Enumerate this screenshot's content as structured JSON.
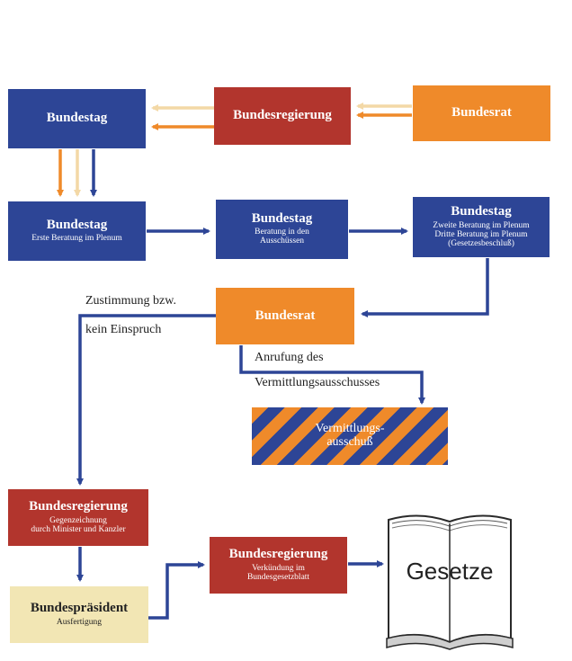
{
  "boxes": {
    "bundestag_top": {
      "title": "Bundestag"
    },
    "bundesregierung_top": {
      "title": "Bundesregierung"
    },
    "bundesrat_top": {
      "title": "Bundesrat"
    },
    "erste_beratung": {
      "title": "Bundestag",
      "sub": "Erste Beratung im Plenum"
    },
    "ausschuesse": {
      "title": "Bundestag",
      "sub1": "Beratung in den",
      "sub2": "Ausschüssen"
    },
    "zweite_beratung": {
      "title": "Bundestag",
      "sub1": "Zweite Beratung im Plenum",
      "sub2": "Dritte Beratung im Plenum",
      "sub3": "(Gesetzesbeschluß)"
    },
    "bundesrat_mid": {
      "title": "Bundesrat"
    },
    "vermittlung": {
      "line1": "Vermittlungs-",
      "line2": "ausschuß"
    },
    "gegenzeichnung": {
      "title": "Bundesregierung",
      "sub1": "Gegenzeichnung",
      "sub2": "durch Minister und Kanzler"
    },
    "bundespraesident": {
      "title": "Bundespräsident",
      "sub": "Ausfertigung"
    },
    "verkuendung": {
      "title": "Bundesregierung",
      "sub1": "Verkündung im",
      "sub2": "Bundesgesetzblatt"
    }
  },
  "labels": {
    "zustimmung1": "Zustimmung bzw.",
    "zustimmung2": "kein Einspruch",
    "anrufung1": "Anrufung des",
    "anrufung2": "Vermittlungsausschusses"
  },
  "book": {
    "title": "Gesetze"
  },
  "colors": {
    "blue": "#2d4596",
    "red": "#b2352d",
    "orange": "#ef8a2a",
    "cream": "#f2e6b4",
    "pale_orange": "#f3d8a6"
  }
}
